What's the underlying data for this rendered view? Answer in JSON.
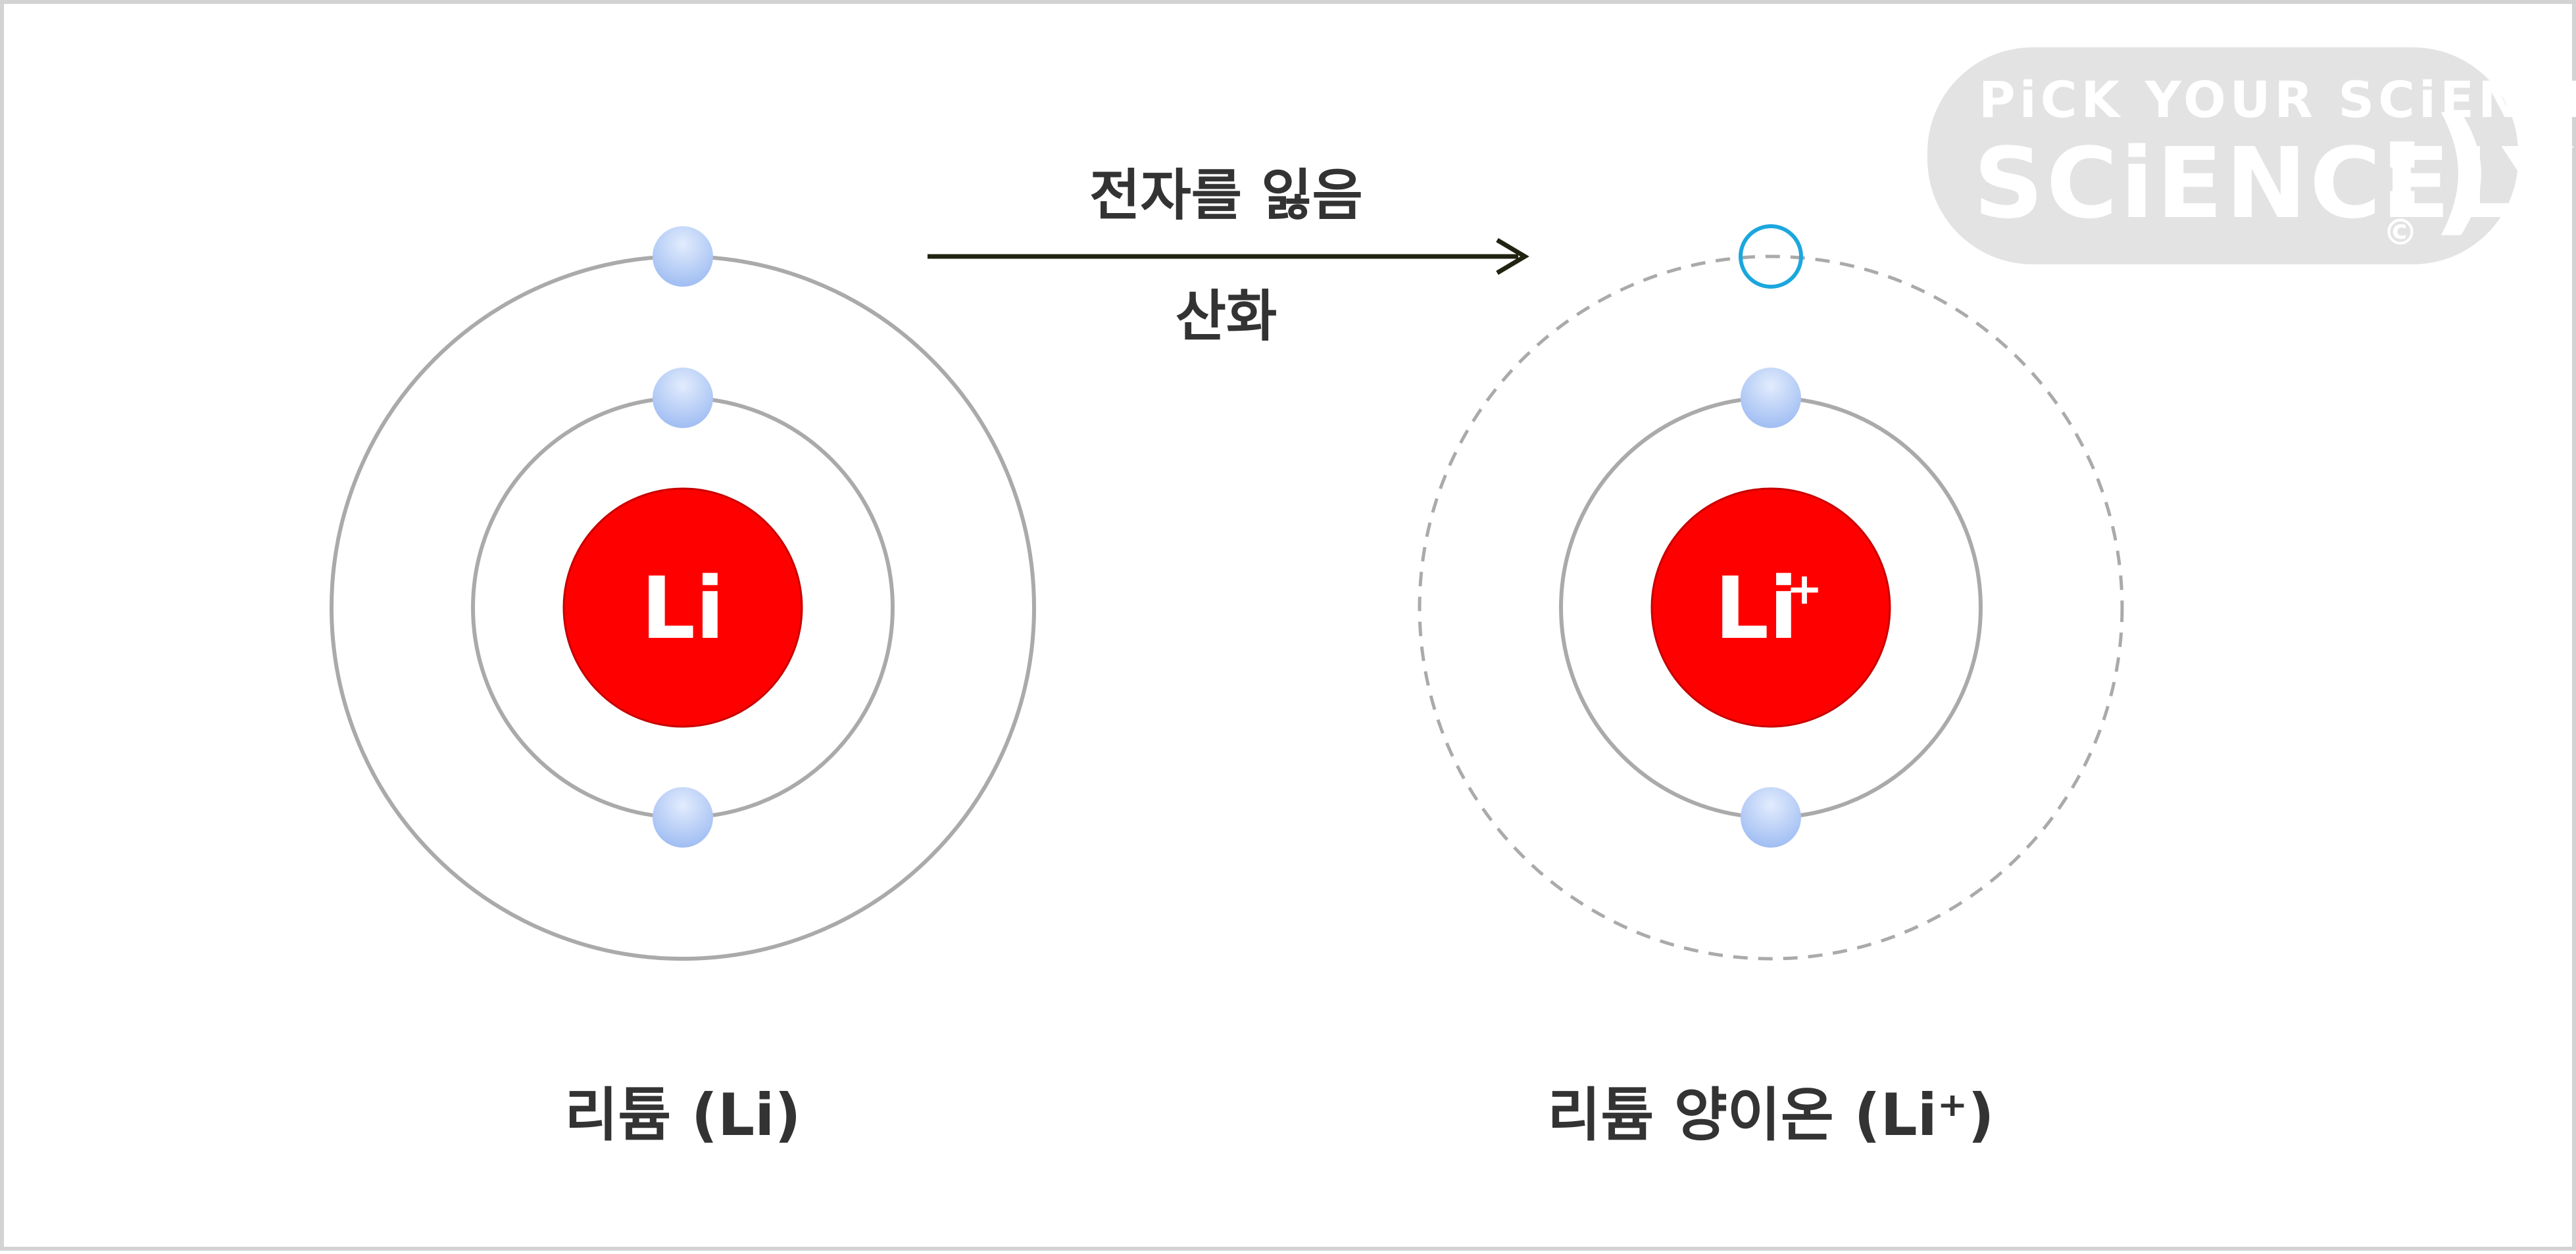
{
  "diagram": {
    "process_top_label": "전자를 잃음",
    "process_bottom_label": "산화",
    "lithium_atom": {
      "symbol": "Li",
      "caption": "리튬 (Li)"
    },
    "lithium_ion": {
      "symbol": "Li",
      "charge": "+",
      "caption": "리튬 양이온 (Li⁺)"
    }
  },
  "watermark": {
    "tagline": "PiCK YOUR SCiENCE",
    "brand": "SCiENCELY",
    "smiley": ":)",
    "copyright": "©"
  },
  "colors": {
    "nucleus": "#ff0000",
    "orbit": "#aaaaaa",
    "electron": "#a8c4f4",
    "lost_electron": "#1ba7dd",
    "arrow": "#222211",
    "frame": "#d3d3d3",
    "logo_bg": "#e3e3e3"
  }
}
